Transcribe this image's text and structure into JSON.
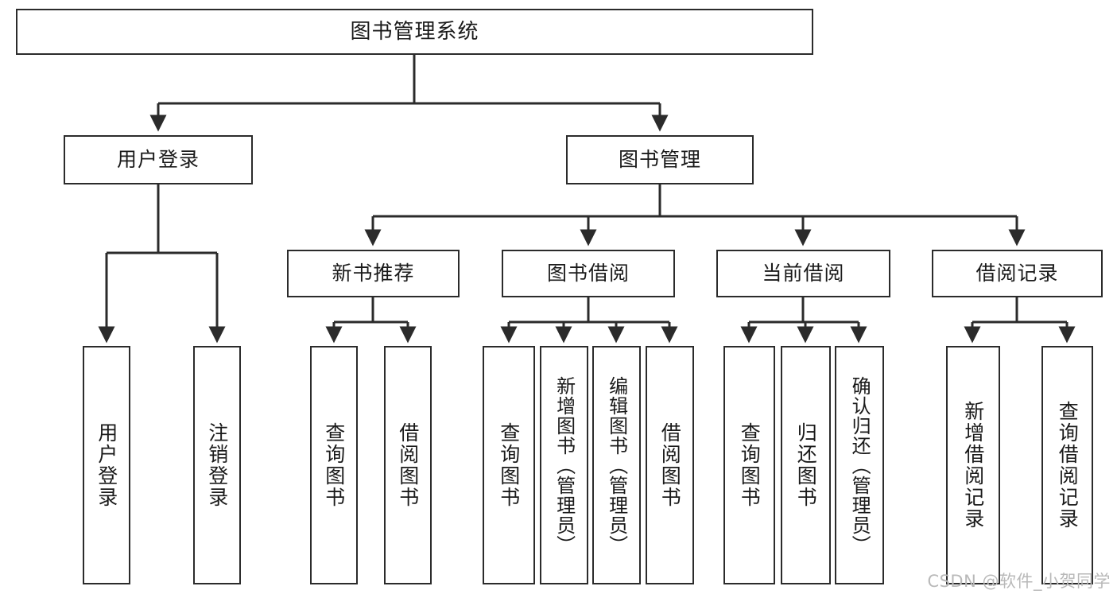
{
  "diagram": {
    "title": "图书管理系统",
    "type": "tree-hierarchy",
    "root": {
      "label": "图书管理系统"
    },
    "level2": [
      {
        "label": "用户登录"
      },
      {
        "label": "图书管理"
      }
    ],
    "level3": [
      {
        "label": "新书推荐",
        "parent": "图书管理"
      },
      {
        "label": "图书借阅",
        "parent": "图书管理"
      },
      {
        "label": "当前借阅",
        "parent": "图书管理"
      },
      {
        "label": "借阅记录",
        "parent": "图书管理"
      }
    ],
    "leaves": {
      "user_login": [
        {
          "label": "用户登录"
        },
        {
          "label": "注销登录"
        }
      ],
      "new_book_recommend": [
        {
          "label": "查询图书"
        },
        {
          "label": "借阅图书"
        }
      ],
      "book_borrow": [
        {
          "label": "查询图书"
        },
        {
          "label": "新增图书（管理员）"
        },
        {
          "label": "编辑图书（管理员）"
        },
        {
          "label": "借阅图书"
        }
      ],
      "current_borrow": [
        {
          "label": "查询图书"
        },
        {
          "label": "归还图书"
        },
        {
          "label": "确认归还（管理员）"
        }
      ],
      "borrow_record": [
        {
          "label": "新增借阅记录"
        },
        {
          "label": "查询借阅记录"
        }
      ]
    }
  },
  "watermark": {
    "text": "CSDN @软件_小贺同学"
  },
  "colors": {
    "stroke": "#2b2b2b",
    "background": "#ffffff",
    "text": "#1a1a1a",
    "watermark": "#b9b9b9"
  }
}
